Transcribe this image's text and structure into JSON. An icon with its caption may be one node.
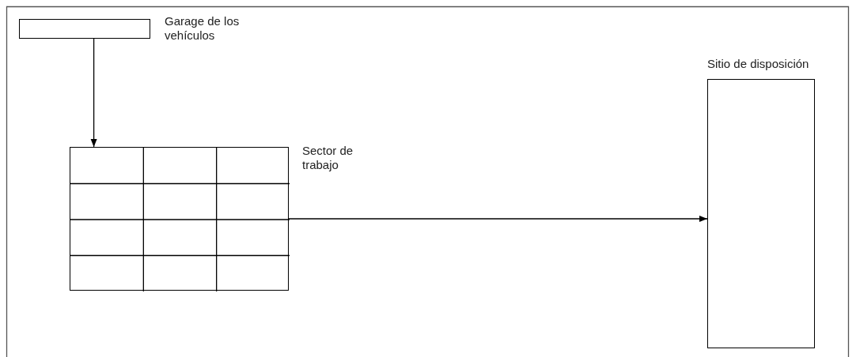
{
  "diagram": {
    "nodes": [
      {
        "text": [
          "Garage de los vehículos"
        ]
      },
      {
        "text": [
          "Sector de trabajo"
        ]
      },
      {
        "text": [
          "Sitio de disposición"
        ]
      }
    ],
    "edges": [
      {
        "from": 0,
        "to": 1,
        "arrow": "to"
      },
      {
        "from": 1,
        "to": 2,
        "arrow": "to"
      }
    ]
  }
}
